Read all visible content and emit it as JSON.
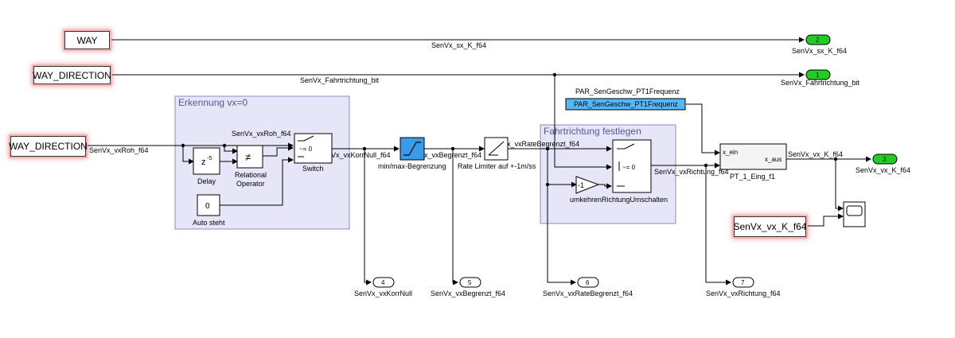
{
  "sources": {
    "way": "WAY",
    "way_direction_top": "WAY_DIRECTION",
    "way_direction_left": "WAY_DIRECTION",
    "senvx_vx_k": "SenVx_vx_K_f64"
  },
  "signals": {
    "senvx_sx_k": "SenVx_sx_K_f64",
    "fahrtrichtung_bit": "SenVx_Fahrtrichtung_bit",
    "vxroh_left": "SenVx_vxRoh_f64",
    "vxroh_top": "SenVx_vxRoh_f64",
    "vxkorrnull": "SenVx_vxKorrNull_f64",
    "vxbegrenzt": "SenVx_vxBegrenzt_f64",
    "vxratebegrenzt": "SenVx_vxRateBegrenzt_f64",
    "vxrichtung": "SenVx_vxRichtung_f64",
    "vx_k": "SenVx_vx_K_f64",
    "par_top": "PAR_SenGeschw_PT1Frequenz"
  },
  "subsystems": {
    "erkennung": "Erkennung vx=0",
    "fahrtrichtung": "Fahrtrichtung festlegen"
  },
  "blocks": {
    "delay_label": "Delay",
    "delay_symbol": "z",
    "delay_exp": "-5",
    "relop_label_1": "Relational",
    "relop_label_2": "Operator",
    "relop_symbol": "≠",
    "switch_label": "Switch",
    "switch_cond": "~= 0",
    "auto_steht_label": "Auto steht",
    "auto_steht_value": "0",
    "minmax_label": "min/max-Begrenzung",
    "ratelimiter_label": "Rate Limiter auf +-1m/ss",
    "umkehren_label": "umkehren",
    "umkehren_value": "-1",
    "richtung_label": "RichtungUmschalten",
    "richtung_cond": "~= 0",
    "param_block": "PAR_SenGeschw_PT1Frequenz",
    "pt1_label": "PT_1_Eing_f1",
    "pt1_port_in": "x_ein",
    "pt1_port_out": "x_aus"
  },
  "outports": [
    {
      "num": "2",
      "label": "SenVx_sx_K_f64",
      "color": "#22cc22"
    },
    {
      "num": "1",
      "label": "SenVx_Fahrtrichtung_bit",
      "color": "#22cc22"
    },
    {
      "num": "3",
      "label": "SenVx_vx_K_f64",
      "color": "#22cc22"
    },
    {
      "num": "4",
      "label": "SenVx_vxKorrNull",
      "color": "#ffffff"
    },
    {
      "num": "5",
      "label": "SenVx_vxBegrenzt_f64",
      "color": "#ffffff"
    },
    {
      "num": "6",
      "label": "SenVx_vxRateBegrenzt_f64",
      "color": "#ffffff"
    },
    {
      "num": "7",
      "label": "SenVx_vxRichtung_f64",
      "color": "#ffffff"
    }
  ],
  "colors": {
    "subsystem_fill": "#e6e6f8",
    "subsystem_border": "#8c8cc8",
    "subsystem_title": "#555599",
    "outport_green": "#22cc22",
    "saturation_blue": "#3a9be8",
    "param_blue": "#55b8f5",
    "source_glow": "#e63c3c"
  }
}
